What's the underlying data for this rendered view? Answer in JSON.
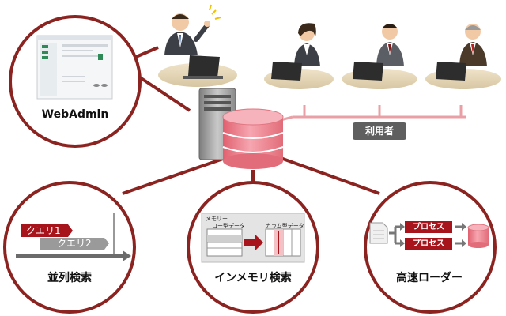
{
  "labels": {
    "webadmin": "WebAdmin",
    "users": "利用者",
    "parallel_search": "並列検索",
    "inmemory_search": "インメモリ検索",
    "fast_loader": "高速ローダー"
  },
  "parallel": {
    "query1": "クエリ1",
    "query2": "クエリ2"
  },
  "inmemory": {
    "memory": "メモリー",
    "row_data": "ロー型データ",
    "column_data": "カラム型データ"
  },
  "loader": {
    "process1": "プロセス",
    "process2": "プロセス"
  },
  "colors": {
    "accent_red": "#8b2320",
    "db_pink": "#f08a96",
    "tag_red": "#a8141c",
    "badge_gray": "#5f5f5f"
  },
  "icons": [
    "server-icon",
    "database-icon",
    "person-icon",
    "laptop-icon",
    "document-icon",
    "arrow-right-icon"
  ]
}
